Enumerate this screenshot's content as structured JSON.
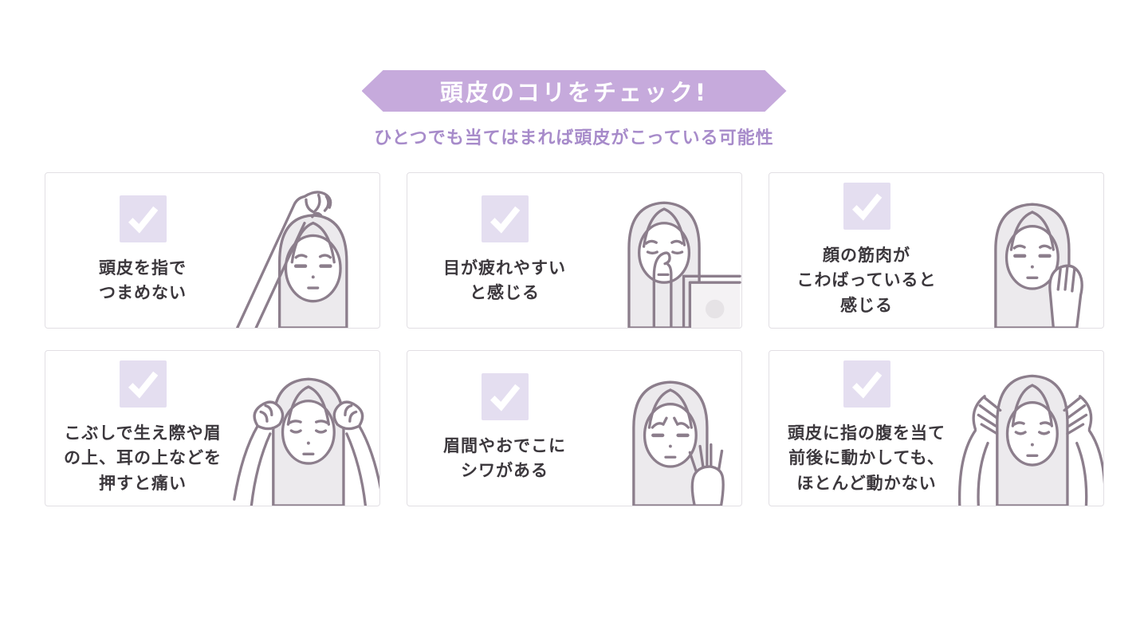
{
  "colors": {
    "banner": "#c6aadc",
    "banner-text": "#ffffff",
    "subtitle": "#a78bca",
    "check-bg": "#e4def0",
    "check-mark": "#ffffff",
    "card-border": "#e2dfe4",
    "card-bg": "#ffffff",
    "label-text": "#3c383d",
    "stroke": "#8c7e8c",
    "hair": "#eceaed",
    "screen": "#f4f2f4",
    "screen-dot": "#e6e3e6",
    "page-bg": "#ffffff"
  },
  "header": {
    "title": "頭皮のコリをチェック!",
    "subtitle": "ひとつでも当てはまれば頭皮がこっている可能性"
  },
  "checklist": {
    "items": [
      {
        "id": "pinch-scalp",
        "label": "頭皮を指で\nつまめない",
        "illustration": "woman-pinching-scalp"
      },
      {
        "id": "tired-eyes",
        "label": "目が疲れやすい\nと感じる",
        "illustration": "woman-rubbing-eye-at-laptop"
      },
      {
        "id": "stiff-face",
        "label": "顔の筋肉が\nこわばっていると\n感じる",
        "illustration": "woman-hand-on-cheek"
      },
      {
        "id": "fist-pain",
        "label": "こぶしで生え際や眉\nの上、耳の上などを\n押すと痛い",
        "illustration": "woman-fists-on-temples"
      },
      {
        "id": "forehead-wrinkles",
        "label": "眉間やおでこに\nシワがある",
        "illustration": "woman-frowning-hand-on-face"
      },
      {
        "id": "scalp-stiff",
        "label": "頭皮に指の腹を当て\n前後に動かしても、\nほとんど動かない",
        "illustration": "woman-massaging-scalp"
      }
    ]
  }
}
